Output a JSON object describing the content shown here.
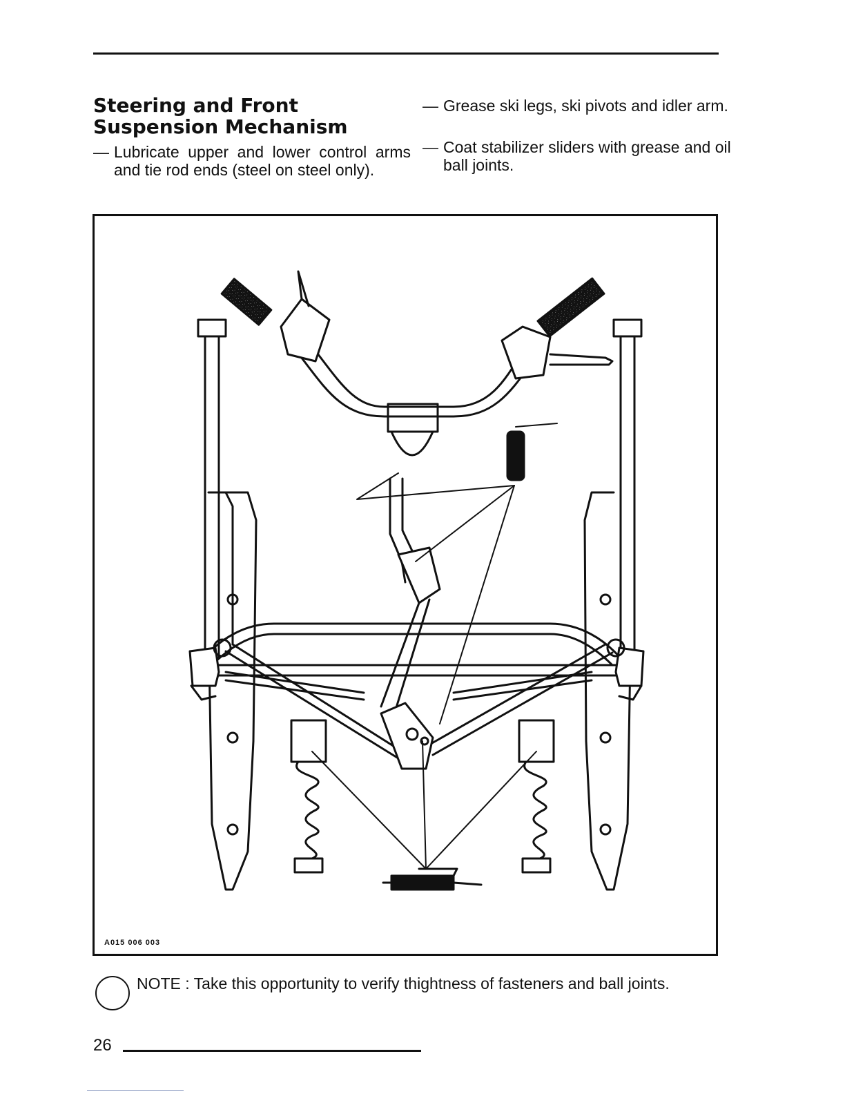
{
  "section": {
    "title": "Steering and Front Suspension Mechanism"
  },
  "instructions": {
    "dash": "—",
    "left_item": "Lubricate upper and lower control arms and tie rod ends (steel on steel only).",
    "right_item_1": "Grease ski legs, ski pivots and idler arm.",
    "right_item_2": "Coat stabilizer sliders with grease and oil ball joints."
  },
  "figure": {
    "code": "A015 006 003"
  },
  "note": {
    "label": "NOTE :",
    "text": "Take this opportunity to verify thightness of fasteners and ball joints."
  },
  "page": {
    "number": "26"
  }
}
